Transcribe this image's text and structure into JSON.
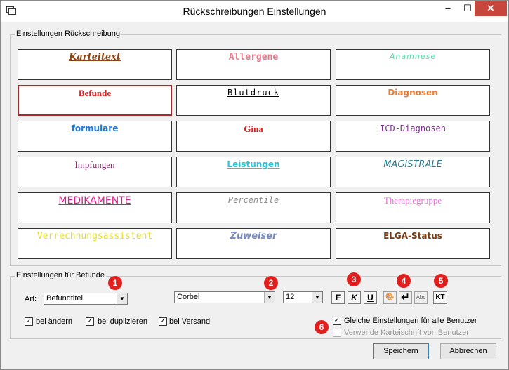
{
  "window": {
    "title": "Rückschreibungen Einstellungen",
    "min_label": "–",
    "max_label": "☐",
    "close_label": "✕"
  },
  "grid_group": {
    "legend": "Einstellungen Rückschreibung",
    "cells": [
      {
        "label": "Karteitext",
        "color": "#8b4513",
        "font": "\"DejaVu Serif\", serif",
        "size": "13px",
        "weight": "bold",
        "style": "italic",
        "decoration": "underline",
        "spacing": "0px"
      },
      {
        "label": "Allergene",
        "color": "#e8788a",
        "font": "\"DejaVu Sans Mono\", monospace",
        "size": "13px",
        "weight": "bold",
        "style": "normal",
        "decoration": "none",
        "spacing": "0px"
      },
      {
        "label": "Anamnese",
        "color": "#5fd3a8",
        "font": "\"DejaVu Sans\", sans-serif",
        "size": "11px",
        "weight": "normal",
        "style": "italic",
        "decoration": "none",
        "spacing": "1px"
      },
      {
        "label": "Befunde",
        "color": "#e02020",
        "font": "\"Liberation Serif\", serif",
        "size": "13px",
        "weight": "bold",
        "style": "normal",
        "decoration": "none",
        "spacing": "0px"
      },
      {
        "label": "Blutdruck",
        "color": "#000000",
        "font": "\"DejaVu Sans Mono\", monospace",
        "size": "12px",
        "weight": "normal",
        "style": "normal",
        "decoration": "underline",
        "spacing": "1px"
      },
      {
        "label": "Diagnosen",
        "color": "#f07830",
        "font": "\"DejaVu Sans\", sans-serif",
        "size": "12px",
        "weight": "bold",
        "style": "normal",
        "decoration": "none",
        "spacing": "0px"
      },
      {
        "label": "formulare",
        "color": "#1e7ad8",
        "font": "\"DejaVu Sans\", sans-serif",
        "size": "12px",
        "weight": "bold",
        "style": "normal",
        "decoration": "none",
        "spacing": "0px"
      },
      {
        "label": "Gina",
        "color": "#e02020",
        "font": "\"Liberation Serif\", serif",
        "size": "13px",
        "weight": "bold",
        "style": "normal",
        "decoration": "none",
        "spacing": "0px"
      },
      {
        "label": "ICD-Diagnosen",
        "color": "#7a2f8a",
        "font": "\"DejaVu Sans Mono\", monospace",
        "size": "12px",
        "weight": "normal",
        "style": "normal",
        "decoration": "none",
        "spacing": "0px"
      },
      {
        "label": "Impfungen",
        "color": "#7a2560",
        "font": "\"Liberation Serif\", serif",
        "size": "13px",
        "weight": "normal",
        "style": "normal",
        "decoration": "none",
        "spacing": "0px"
      },
      {
        "label": "Leistungen",
        "color": "#24c8d8",
        "font": "\"DejaVu Sans\", sans-serif",
        "size": "12px",
        "weight": "bold",
        "style": "normal",
        "decoration": "underline",
        "spacing": "0px"
      },
      {
        "label": "MAGISTRALE",
        "color": "#2a7a8a",
        "font": "\"DejaVu Sans\", sans-serif",
        "size": "13px",
        "weight": "normal",
        "style": "italic",
        "decoration": "none",
        "spacing": "0px"
      },
      {
        "label": "MEDIKAMENTE",
        "color": "#e0188a",
        "font": "\"DejaVu Sans\", sans-serif",
        "size": "14px",
        "weight": "normal",
        "style": "normal",
        "decoration": "underline",
        "spacing": "0px"
      },
      {
        "label": "Percentile",
        "color": "#8a8a8a",
        "font": "\"DejaVu Sans Mono\", monospace",
        "size": "12px",
        "weight": "normal",
        "style": "italic",
        "decoration": "underline",
        "spacing": "0px"
      },
      {
        "label": "Therapiegruppe",
        "color": "#e070d0",
        "font": "\"Liberation Serif\", serif",
        "size": "13px",
        "weight": "normal",
        "style": "normal",
        "decoration": "none",
        "spacing": "0px"
      },
      {
        "label": "Verrechnungsassistent",
        "color": "#e8e020",
        "font": "\"DejaVu Sans Mono\", monospace",
        "size": "13px",
        "weight": "normal",
        "style": "normal",
        "decoration": "none",
        "spacing": "0px"
      },
      {
        "label": "Zuweiser",
        "color": "#7888c0",
        "font": "\"DejaVu Sans\", sans-serif",
        "size": "13px",
        "weight": "bold",
        "style": "italic",
        "decoration": "none",
        "spacing": "0px"
      },
      {
        "label": "ELGA-Status",
        "color": "#7a3a10",
        "font": "\"DejaVu Sans\", sans-serif",
        "size": "12px",
        "weight": "bold",
        "style": "normal",
        "decoration": "none",
        "spacing": "0px"
      }
    ]
  },
  "befunde_group": {
    "legend": "Einstellungen für Befunde",
    "art_label": "Art:",
    "art_value": "Befundtitel",
    "font_value": "Corbel",
    "size_value": "12",
    "bold_label": "F",
    "italic_label": "K",
    "underline_label": "U",
    "color_icon_label": "🎨",
    "return_icon_label": "↵",
    "abc_icon_label": "Abc",
    "kt_label": "KT",
    "chk_aendern": {
      "label": "bei ändern",
      "mark": "✓"
    },
    "chk_duplizieren": {
      "label": "bei duplizieren",
      "mark": "✓"
    },
    "chk_versand": {
      "label": "bei Versand",
      "mark": "✓"
    },
    "chk_gleiche": {
      "label": "Gleiche Einstellungen für alle Benutzer",
      "mark": "✓"
    },
    "chk_verwende": {
      "label": "Verwende Karteischrift von Benutzer",
      "mark": ""
    },
    "badges": [
      "1",
      "2",
      "3",
      "4",
      "5",
      "6"
    ]
  },
  "footer": {
    "save_label": "Speichern",
    "cancel_label": "Abbrechen"
  }
}
